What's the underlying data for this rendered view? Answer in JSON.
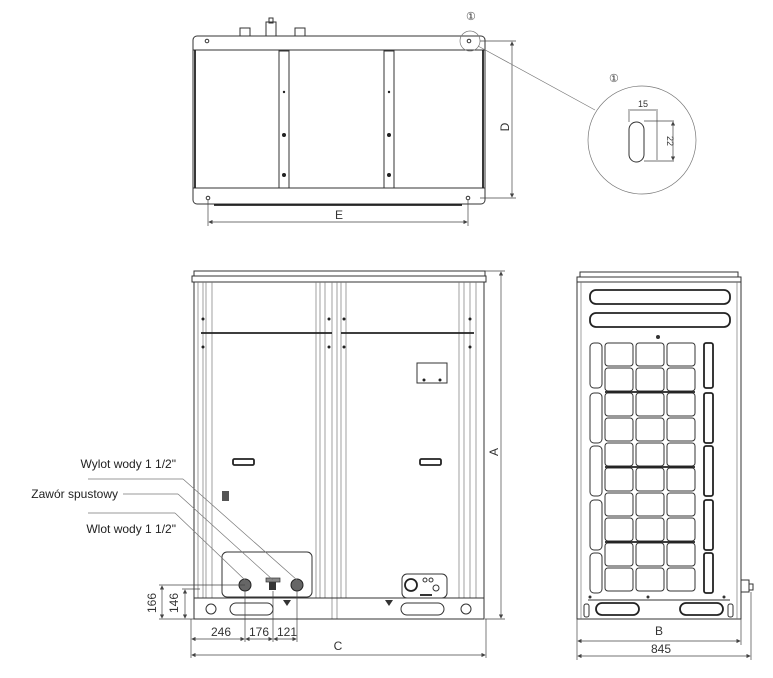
{
  "diagram": {
    "type": "technical-dimension-drawing",
    "views": {
      "top": {
        "dimension_labels": {
          "depth": "D",
          "width": "E"
        },
        "detail_marker": "①"
      },
      "detail": {
        "marker": "①",
        "slot_width": "15",
        "slot_height": "22"
      },
      "front": {
        "dimension_labels": {
          "height": "A",
          "width": "C"
        },
        "callouts": [
          {
            "label": "Wylot wody 1 1/2\""
          },
          {
            "label": "Zawór spustowy"
          },
          {
            "label": "Wlot wody 1 1/2\""
          }
        ],
        "dimensions": {
          "h_outer": "166",
          "h_inner": "146",
          "d1": "246",
          "d2": "176",
          "d3": "121"
        }
      },
      "side": {
        "dimension_labels": {
          "width": "B"
        },
        "overall_width": "845"
      }
    }
  }
}
